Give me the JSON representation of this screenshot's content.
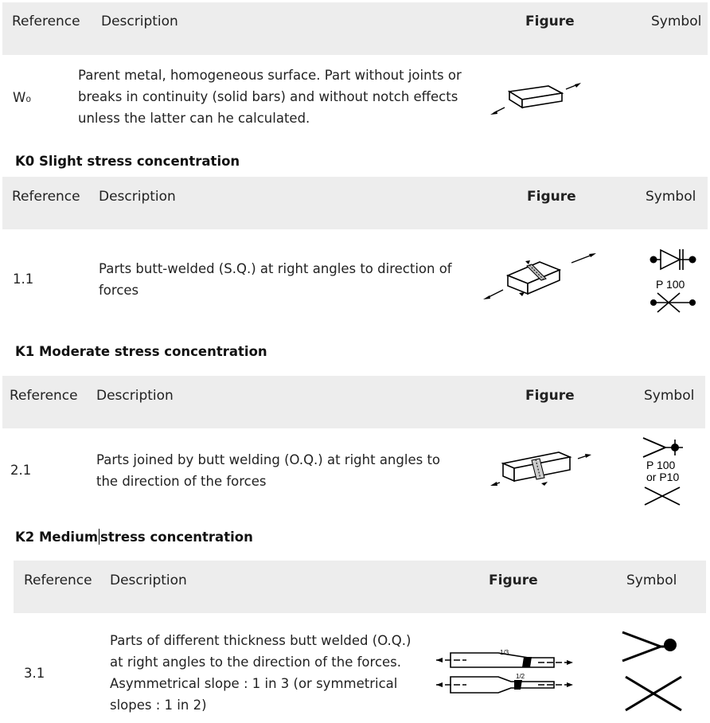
{
  "headers": {
    "reference": "Reference",
    "description": "Description",
    "figure": "Figure",
    "symbol": "Symbol"
  },
  "groups": [
    {
      "title": "",
      "ref": "W₀",
      "description": "Parent metal, homogeneous surface. Part without joints or breaks in continuity (solid bars) and without notch effects unless the latter can he calculated.",
      "figure_icon": "solid-bar-figure",
      "symbol_text": []
    },
    {
      "title": "K0 Slight stress concentration",
      "ref": "1.1",
      "description": "Parts butt-welded (S.Q.) at right angles to direction of forces",
      "figure_icon": "butt-weld-figure",
      "symbol_text": [
        "P 100"
      ]
    },
    {
      "title": "K1 Moderate stress concentration",
      "ref": "2.1",
      "description": "Parts joined by butt welding (O.Q.) at right angles to the direction of the forces",
      "figure_icon": "butt-weld-figure",
      "symbol_text": [
        "P 100",
        "or P10"
      ]
    },
    {
      "title_a": "K2 Medium",
      "title_b": "stress concentration",
      "ref": "3.1",
      "description": "Parts of different thickness butt welded (O.Q.) at right angles to the direction of the forces. Asymmetrical slope : 1 in 3 (or symmetrical slopes : 1 in 2)",
      "figure_icon": "thickness-transition-figure",
      "figure_labels": [
        "1/3",
        "1/2"
      ],
      "symbol_text": []
    }
  ]
}
